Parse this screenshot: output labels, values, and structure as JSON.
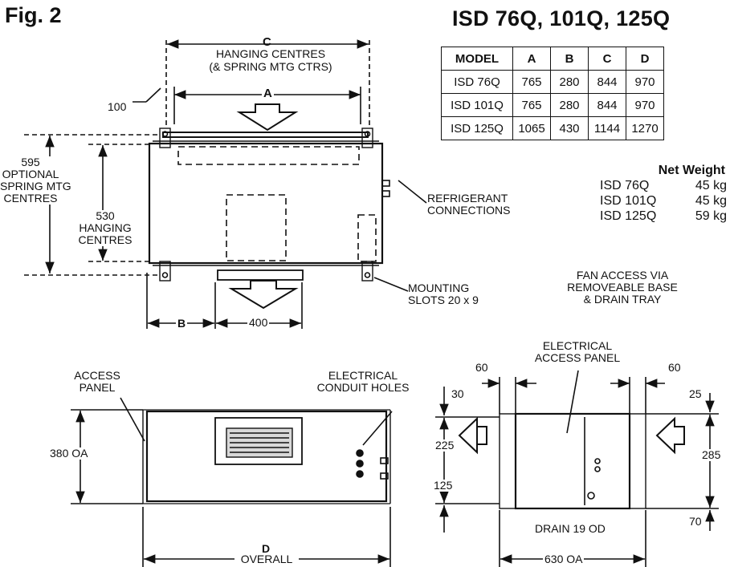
{
  "figure_label": "Fig. 2",
  "title": "ISD 76Q, 101Q, 125Q",
  "table": {
    "headers": [
      "MODEL",
      "A",
      "B",
      "C",
      "D"
    ],
    "rows": [
      [
        "ISD 76Q",
        "765",
        "280",
        "844",
        "970"
      ],
      [
        "ISD 101Q",
        "765",
        "280",
        "844",
        "970"
      ],
      [
        "ISD 125Q",
        "1065",
        "430",
        "1144",
        "1270"
      ]
    ]
  },
  "net_weight": {
    "heading": "Net Weight",
    "rows": [
      {
        "model": "ISD 76Q",
        "weight": "45 kg"
      },
      {
        "model": "ISD 101Q",
        "weight": "45 kg"
      },
      {
        "model": "ISD 125Q",
        "weight": "59 kg"
      }
    ]
  },
  "top_view": {
    "dim_c": "C",
    "hanging_centres": "HANGING CENTRES",
    "spring_ctrs": "(& SPRING MTG CTRS)",
    "dim_a": "A",
    "dim_100": "100",
    "dim_595": "595",
    "optional": "OPTIONAL",
    "spring_mtg": "SPRING MTG",
    "centres": "CENTRES",
    "dim_530": "530",
    "hanging": "HANGING",
    "centres2": "CENTRES",
    "refrigerant": "REFRIGERANT",
    "connections": "CONNECTIONS",
    "mounting": "MOUNTING",
    "slots": "SLOTS 20 x 9",
    "dim_b": "B",
    "dim_400": "400"
  },
  "fan_access": [
    "FAN ACCESS VIA",
    "REMOVEABLE BASE",
    "& DRAIN TRAY"
  ],
  "front_view": {
    "access": "ACCESS",
    "panel": "PANEL",
    "electrical": "ELECTRICAL",
    "conduit": "CONDUIT HOLES",
    "dim_380": "380 OA",
    "dim_d": "D",
    "overall": "OVERALL"
  },
  "side_view": {
    "electrical": "ELECTRICAL",
    "access_panel": "ACCESS PANEL",
    "dim_60_left": "60",
    "dim_60_right": "60",
    "dim_30": "30",
    "dim_25": "25",
    "dim_225": "225",
    "dim_285": "285",
    "dim_125": "125",
    "dim_70": "70",
    "drain": "DRAIN 19 OD",
    "dim_630": "630 OA"
  }
}
